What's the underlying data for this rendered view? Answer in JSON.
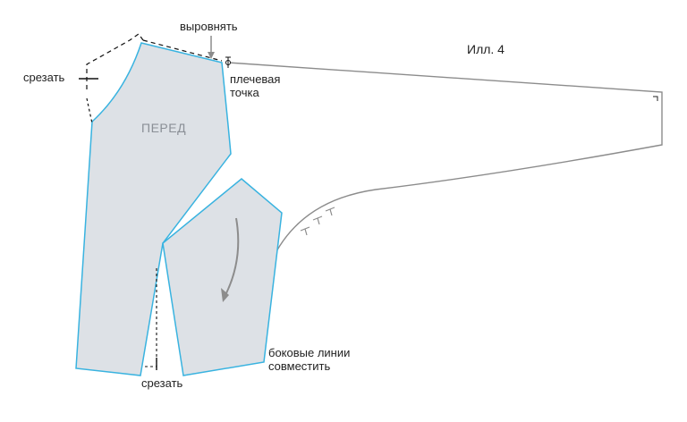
{
  "figure_label": "Илл. 4",
  "part_label": "ПЕРЕД",
  "annotations": {
    "align": "выровнять",
    "cut_top": "срезать",
    "shoulder_point_line1": "плечевая",
    "shoulder_point_line2": "точка",
    "cut_bottom": "срезать",
    "side_lines_line1": "боковые линии",
    "side_lines_line2": "совместить"
  },
  "colors": {
    "piece_fill": "#dde1e6",
    "piece_edge": "#39b3e0",
    "outline": "#8c8c8c",
    "dashed": "#111111",
    "arrow": "#8c8c8c"
  }
}
